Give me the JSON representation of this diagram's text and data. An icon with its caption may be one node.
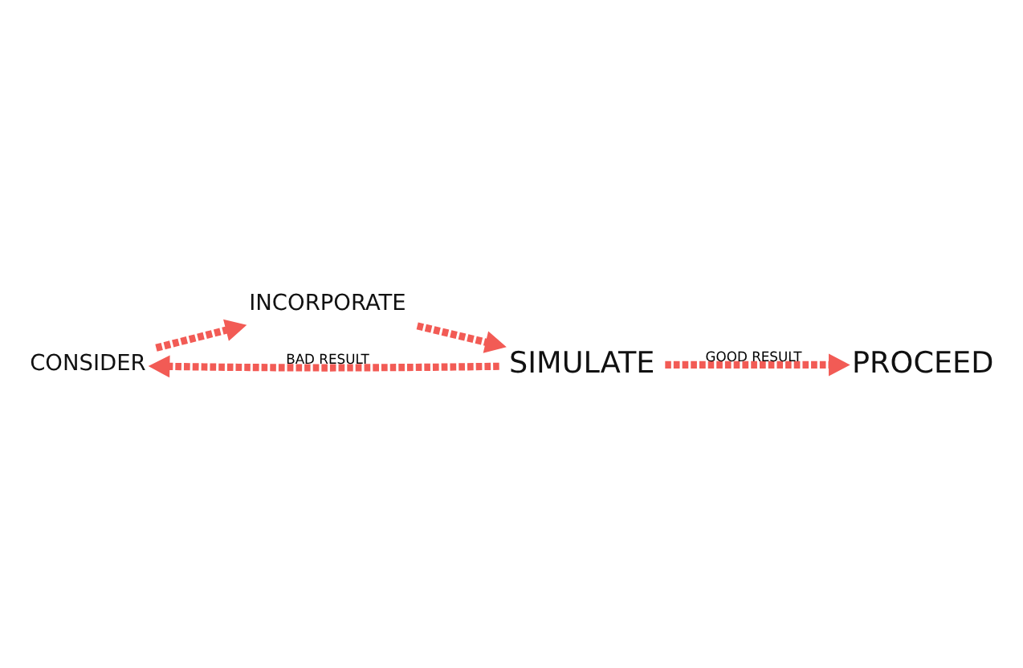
{
  "diagram": {
    "nodes": [
      {
        "text": [
          "CONSIDER"
        ]
      },
      {
        "text": [
          "INCORPORATE"
        ]
      },
      {
        "text": [
          "SIMULATE"
        ]
      },
      {
        "text": [
          "PROCEED"
        ]
      }
    ],
    "edges": [
      {
        "from": 0,
        "to": 1,
        "arrow": "to"
      },
      {
        "from": 1,
        "to": 2,
        "arrow": "to"
      },
      {
        "from": 2,
        "to": 3,
        "arrow": "to",
        "label": "GOOD RESULT"
      },
      {
        "from": 2,
        "to": 0,
        "arrow": "to",
        "label": "BAD RESULT"
      }
    ]
  }
}
